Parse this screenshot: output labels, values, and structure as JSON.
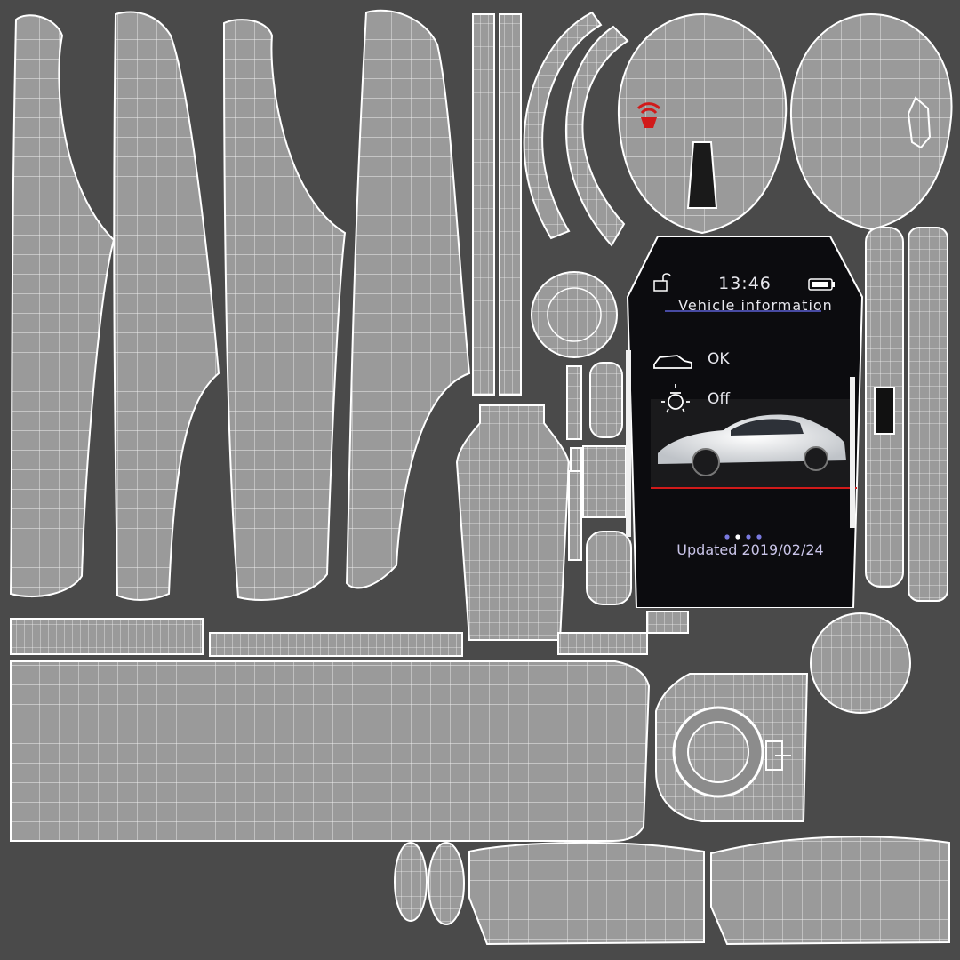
{
  "colors": {
    "background": "#4a4a4a",
    "shell": "#999999",
    "wire": "#ffffff",
    "screen": "#0c0c0f",
    "accent_red": "#d11a1a"
  },
  "key_screen": {
    "time": "13:46",
    "title": "Vehicle information",
    "row1_status": "OK",
    "row2_status": "Off",
    "updated": "Updated 2019/02/24",
    "page_indicator": {
      "total": 4,
      "active": 2
    }
  },
  "icons": [
    "lock-icon",
    "battery-icon",
    "car-icon",
    "lamp-icon",
    "signal-icon",
    "car-outline-icon",
    "door-icon"
  ]
}
